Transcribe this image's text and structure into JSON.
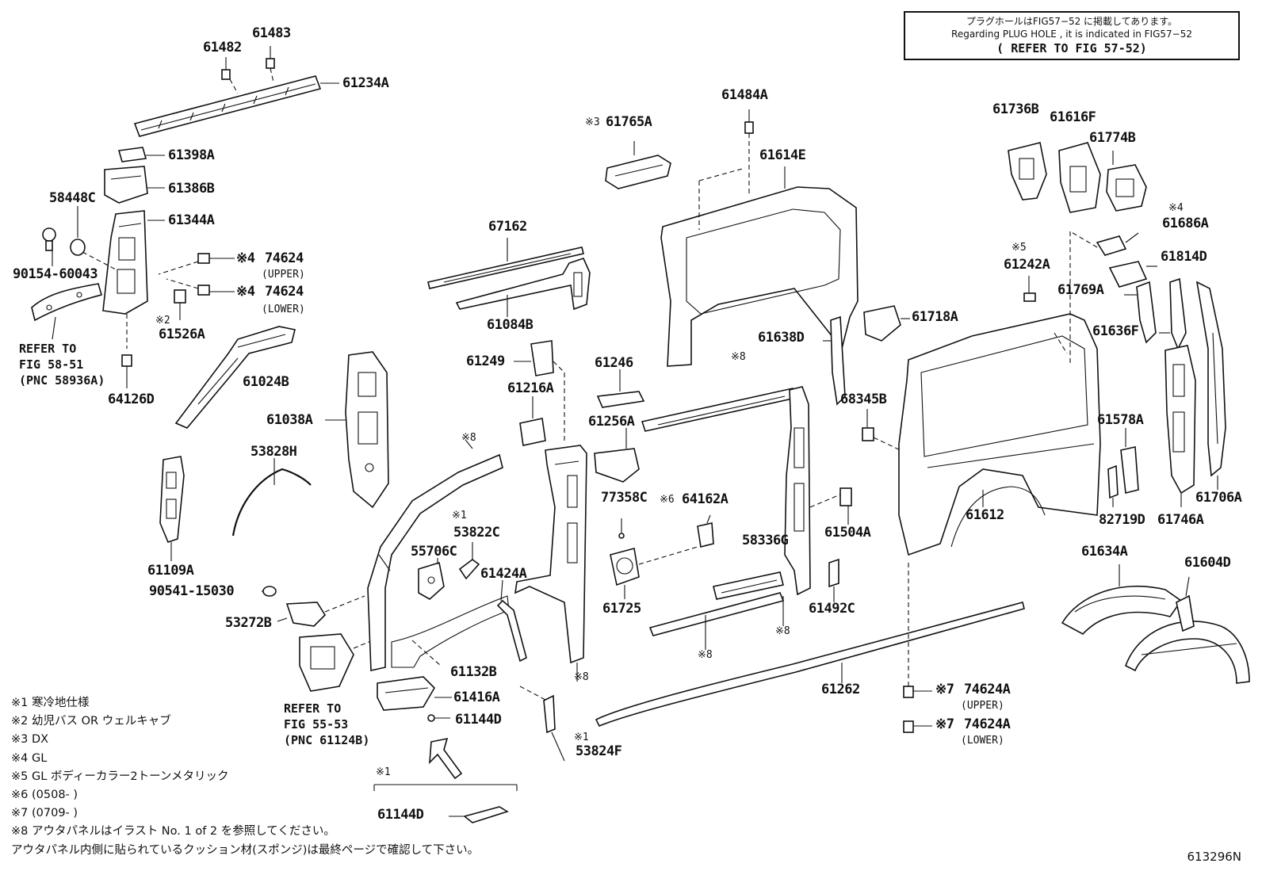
{
  "reference_box": {
    "line1": "プラグホールはFIG57−52 に掲載してあります。",
    "line2": "Regarding PLUG HOLE , it is indicated in FIG57−52",
    "line3": "( REFER TO FIG 57-52)"
  },
  "callouts": {
    "p61482": "61482",
    "p61483": "61483",
    "p61234A": "61234A",
    "p61398A": "61398A",
    "p61386B": "61386B",
    "p58448C": "58448C",
    "p61344A": "61344A",
    "p90154": "90154-60043",
    "p74624_upper": "74624",
    "p74624_lower": "74624",
    "p61526A": "61526A",
    "p64126D": "64126D",
    "p61024B": "61024B",
    "p61038A": "61038A",
    "p53828H": "53828H",
    "p61109A": "61109A",
    "p90541": "90541-15030",
    "p53272B": "53272B",
    "p67162": "67162",
    "p61084B": "61084B",
    "p61249": "61249",
    "p61246": "61246",
    "p61216A": "61216A",
    "p61256A": "61256A",
    "p77358C": "77358C",
    "p53822C": "53822C",
    "p55706C": "55706C",
    "p61424A": "61424A",
    "p61132B": "61132B",
    "p61416A": "61416A",
    "p61144D_a": "61144D",
    "p53824F": "53824F",
    "p61144D_b": "61144D",
    "p61725": "61725",
    "p64162A": "64162A",
    "p58336G": "58336G",
    "p61765A": "61765A",
    "p61484A": "61484A",
    "p61614E": "61614E",
    "p61638D": "61638D",
    "p61718A": "61718A",
    "p68345B": "68345B",
    "p61504A": "61504A",
    "p61492C": "61492C",
    "p61262": "61262",
    "p61736B": "61736B",
    "p61616F": "61616F",
    "p61774B": "61774B",
    "p61686A": "61686A",
    "p61242A": "61242A",
    "p61814D": "61814D",
    "p61769A": "61769A",
    "p61636F": "61636F",
    "p61578A": "61578A",
    "p61612": "61612",
    "p82719D": "82719D",
    "p61746A": "61746A",
    "p61706A": "61706A",
    "p61634A": "61634A",
    "p61604D": "61604D",
    "p74624A_upper": "74624A",
    "p74624A_lower": "74624A"
  },
  "markers": {
    "m1": "※1",
    "m2": "※2",
    "m3": "※3",
    "m4": "※4",
    "m5": "※5",
    "m6": "※6",
    "m7": "※7",
    "m8": "※8"
  },
  "sublabels": {
    "upper": "(UPPER)",
    "lower": "(LOWER)"
  },
  "refer_notes": {
    "fig58": [
      "REFER TO",
      "FIG 58-51",
      "(PNC 58936A)"
    ],
    "fig55": [
      "REFER TO",
      "FIG 55-53",
      "(PNC 61124B)"
    ]
  },
  "notes": [
    "※1 寒冷地仕様",
    "※2 幼児バス OR ウェルキャブ",
    "※3 DX",
    "※4 GL",
    "※5 GL ボディーカラー2トーンメタリック",
    "※6 (0508-       )",
    "※7 (0709-       )",
    "※8 アウタパネルはイラスト No. 1 of 2 を参照してください。",
    "アウタパネル内側に貼られているクッション材(スポンジ)は最終ページで確認して下さい。"
  ],
  "figure_code": "613296N"
}
